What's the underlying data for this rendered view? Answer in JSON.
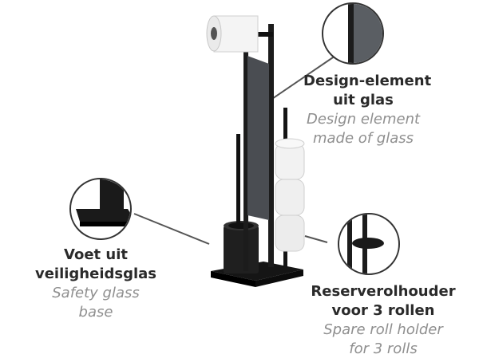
{
  "callouts": {
    "design": {
      "nl": [
        "Design-element",
        "uit glas"
      ],
      "en": [
        "Design element",
        "made of glass"
      ]
    },
    "base": {
      "nl": [
        "Voet uit",
        "veiligheidsglas"
      ],
      "en": [
        "Safety glass",
        "base"
      ]
    },
    "spare": {
      "nl": [
        "Reserverolhouder",
        "voor 3 rollen"
      ],
      "en": [
        "Spare roll holder",
        "for 3 rolls"
      ]
    }
  },
  "colors": {
    "text_dark": "#2a2a2a",
    "text_grey": "#8f8f8f",
    "metal": "#1c1c1c",
    "glass": "#4a4d52"
  }
}
